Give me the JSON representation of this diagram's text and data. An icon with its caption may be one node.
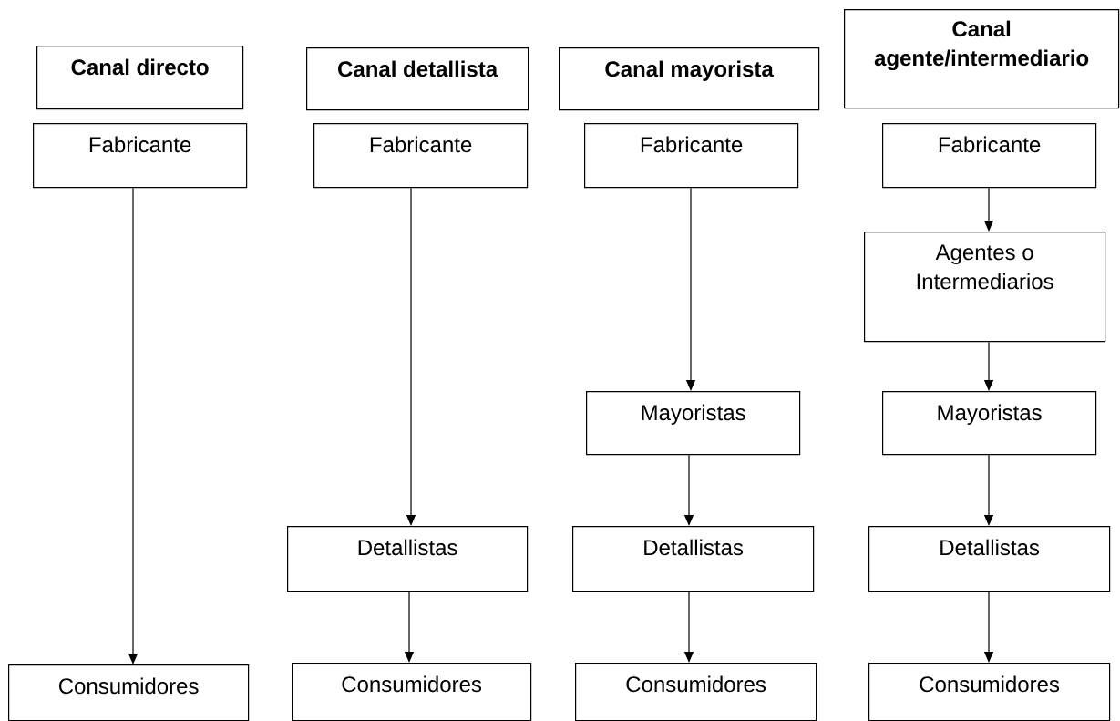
{
  "diagram": {
    "nodes": [
      {
        "text": [
          "Canal directo"
        ]
      },
      {
        "text": [
          "Fabricante"
        ]
      },
      {
        "text": [
          "Consumidores"
        ]
      },
      {
        "text": [
          "Canal detallista"
        ]
      },
      {
        "text": [
          "Fabricante"
        ]
      },
      {
        "text": [
          "Detallistas"
        ]
      },
      {
        "text": [
          "Consumidores"
        ]
      },
      {
        "text": [
          "Canal mayorista"
        ]
      },
      {
        "text": [
          "Fabricante"
        ]
      },
      {
        "text": [
          "Mayoristas"
        ]
      },
      {
        "text": [
          "Detallistas"
        ]
      },
      {
        "text": [
          "Consumidores"
        ]
      },
      {
        "text": [
          "Canal agente/intermediario"
        ]
      },
      {
        "text": [
          "Fabricante"
        ]
      },
      {
        "text": [
          "Agentes o Intermediarios"
        ]
      },
      {
        "text": [
          "Mayoristas"
        ]
      },
      {
        "text": [
          "Detallistas"
        ]
      },
      {
        "text": [
          "Consumidores"
        ]
      }
    ],
    "edges": [
      {
        "from": 1,
        "to": 2,
        "arrow": "to"
      },
      {
        "from": 4,
        "to": 5,
        "arrow": "to"
      },
      {
        "from": 5,
        "to": 6,
        "arrow": "to"
      },
      {
        "from": 8,
        "to": 9,
        "arrow": "to"
      },
      {
        "from": 9,
        "to": 10,
        "arrow": "to"
      },
      {
        "from": 10,
        "to": 11,
        "arrow": "to"
      },
      {
        "from": 13,
        "to": 14,
        "arrow": "to"
      },
      {
        "from": 14,
        "to": 15,
        "arrow": "to"
      },
      {
        "from": 15,
        "to": 16,
        "arrow": "to"
      },
      {
        "from": 16,
        "to": 17,
        "arrow": "to"
      }
    ]
  }
}
